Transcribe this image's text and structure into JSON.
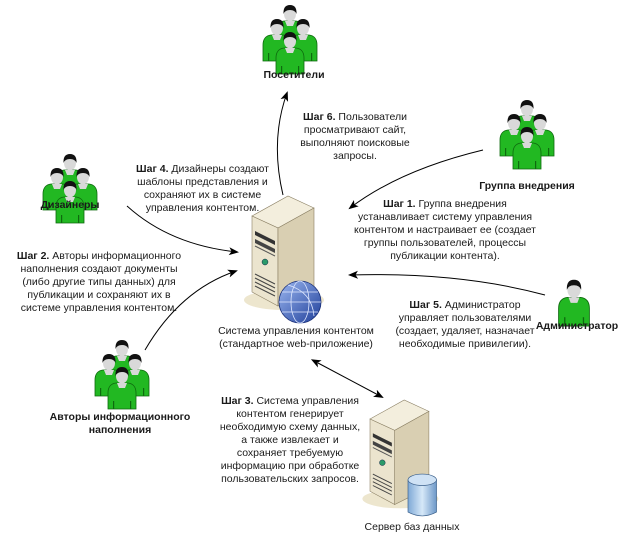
{
  "diagram": {
    "actors": {
      "visitors": "Посетители",
      "designers": "Дизайнеры",
      "deployment_group": "Группа внедрения",
      "administrator": "Администратор",
      "content_authors": [
        "Авторы информационного",
        "наполнения"
      ]
    },
    "servers": {
      "cms": [
        "Система управления контентом",
        "(стандартное web-приложение)"
      ],
      "db": "Сервер баз данных"
    },
    "steps": {
      "step1": {
        "title": "Шаг 1.",
        "lines": [
          " Группа внедрения",
          "устанавливает систему управления",
          "контентом и настраивает ее (создает",
          "группы пользователей, процессы",
          "публикации контента)."
        ]
      },
      "step2": {
        "title": "Шаг 2.",
        "lines": [
          " Авторы информационного",
          "наполнения создают документы",
          "(либо другие типы данных) для",
          "публикации и сохраняют их в",
          "системе управления контентом."
        ]
      },
      "step3": {
        "title": "Шаг 3.",
        "lines": [
          " Система управления",
          "контентом генерирует",
          "необходимую схему данных,",
          "а также извлекает и",
          "сохраняет требуемую",
          "информацию при обработке",
          "пользовательских запросов."
        ]
      },
      "step4": {
        "title": "Шаг 4.",
        "lines": [
          " Дизайнеры создают",
          "шаблоны представления и",
          "сохраняют их в системе",
          "управления контентом."
        ]
      },
      "step5": {
        "title": "Шаг 5.",
        "lines": [
          " Администратор",
          "управляет пользователями",
          "(создает, удаляет, назначает",
          "необходимые привилегии)."
        ]
      },
      "step6": {
        "title": "Шаг 6.",
        "lines": [
          " Пользователи",
          "просматривают сайт,",
          "выполняют поисковые",
          "запросы."
        ]
      }
    },
    "colors": {
      "person_green": "#22b822",
      "person_dark_green": "#0e7a0e",
      "hair": "#111111",
      "face": "#d8d8d8",
      "server_front": "#e9e2cc",
      "server_side": "#d6ccae",
      "globe": "#3a5fb8",
      "db_cylinder": "#9ec3e8",
      "arrow": "#000000"
    }
  }
}
